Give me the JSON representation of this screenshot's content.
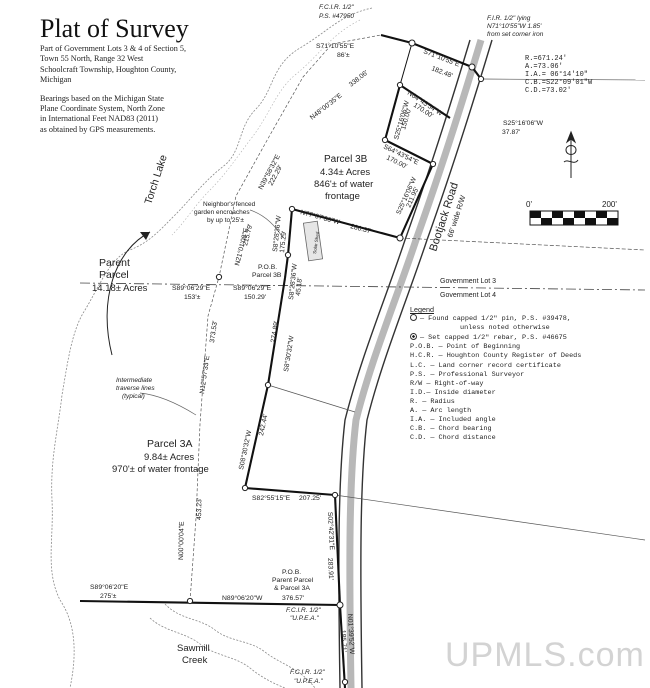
{
  "title": "Plat of Survey",
  "description_lines": [
    "Part of Government Lots 3 & 4 of Section 5,",
    "Town 55 North, Range 32 West",
    "Schoolcraft Township, Houghton County,",
    "Michigan"
  ],
  "basis_lines": [
    "Bearings based on the Michigan State",
    "Plane Coordinate System, North Zone",
    "in International Feet NAD83 (2011)",
    "as obtained by GPS measurements."
  ],
  "parcels": {
    "p3b": {
      "name": "Parcel 3B",
      "acres": "4.34± Acres",
      "water1": "846'± of water",
      "water2": "frontage"
    },
    "p3a": {
      "name": "Parcel 3A",
      "acres": "9.84± Acres",
      "water": "970'± of water frontage"
    },
    "parent": {
      "name1": "Parent",
      "name2": "Parcel",
      "acres": "14.18± Acres"
    }
  },
  "water_features": {
    "lake": "Torch Lake",
    "creek1": "Sawmill",
    "creek2": "Creek"
  },
  "road": {
    "name": "Bootjack Road",
    "row": "66' wide R/W"
  },
  "lot_lines": {
    "lot3": "Government Lot 3",
    "lot4": "Government Lot 4"
  },
  "notes": {
    "garden1": "Neighbor's fenced",
    "garden2": "garden encroaches",
    "garden3": "by up to 25'±",
    "traverse1": "Intermediate",
    "traverse2": "traverse lines",
    "traverse3": "(typical)",
    "fcir_top1": "F.C.I.R. 1/2\"",
    "fcir_top2": "P.S. #47950",
    "fir1": "F.I.R. 1/2\" lying",
    "fir2": "N71°10'55\"W 1.85'",
    "fir3": "from set corner iron",
    "fcir_upea1": "F.C.I.R. 1/2\"",
    "fcir_upea2": "\"U.P.E.A.\"",
    "fcir_bot1": "F.C.I.R. 1/2\"",
    "fcir_bot2": "\"U.P.E.A.\"",
    "shed": "Solar Shed"
  },
  "pob_3b": [
    "P.O.B.",
    "Parcel 3B"
  ],
  "pob_3a": [
    "P.O.B.",
    "Parent Parcel",
    "& Parcel 3A"
  ],
  "curve": [
    "R.=671.24'",
    "A.=73.06'",
    "I.A.= 06°14'10\"",
    "C.B.=S22°09'01\"W",
    "C.D.=73.02'"
  ],
  "bearings": {
    "b1": "S71°10'55\"E",
    "b1d": "86'±",
    "b2": "S71°10'55\"E",
    "b2d": "182.48'",
    "b3": "S25°16'06\"W",
    "b3d": "37.87'",
    "b4": "N48°00'35\"E",
    "b4d": "338.06'",
    "b5": "N64°43'54\"W",
    "b5d": "170.00'",
    "b6": "S25°16'06\"W",
    "b6d": "150.00'",
    "b7": "S64°43'54\"E",
    "b7d": "170.00'",
    "b8": "S25°16'06\"W",
    "b8d": "211.95'",
    "b9": "N39°58'32\"E",
    "b9d": "222.29'",
    "b10": "N21°01'08\"E",
    "b10d": "215.79'",
    "b11": "N77°07'36\"W",
    "b11d": "280.37'",
    "b12": "S8°28'36\"W",
    "b12d": "175.29'",
    "b13": "S8°28'36\"W",
    "b13d": "45.18'",
    "b14": "S89°06'29\"E",
    "b14d": "153'±",
    "b15": "S89°06'29\"E",
    "b15d": "150.29'",
    "b16": "N12°57'33\"E",
    "b16d": "373.53'",
    "b17": "S8°30'32\"W",
    "b17d": "274.89'",
    "b18": "S08°30'32\"W",
    "b18d": "242.44'",
    "b19": "S82°55'15\"E",
    "b19d": "207.25'",
    "b20": "S02°42'31\"E",
    "b20d": "283.91'",
    "b21": "N00°00'04\"E",
    "b21d": "453.23'",
    "b22": "S89°06'20\"E",
    "b22d": "275'±",
    "b23": "N89°06'20\"W",
    "b23d": "376.57'",
    "b24": "N01°39'52\"W",
    "b24d": "185.71'"
  },
  "scale": {
    "zero": "0'",
    "max": "200'"
  },
  "legend": {
    "header": "Legend",
    "found1": "— Found capped 1/2\" pin, P.S. #39478,",
    "found2": "unless noted otherwise",
    "set": "— Set capped 1/2\" rebar, P.S. #46675",
    "rows": [
      "P.O.B. — Point of Beginning",
      "H.C.R. — Houghton County Register of Deeds",
      "L.C. — Land corner record certificate",
      "P.S. — Professional Surveyor",
      "R/W — Right-of-way",
      "I.D.— Inside diameter",
      "R. — Radius",
      "A. — Arc length",
      "I.A. — Included angle",
      "C.B. — Chord bearing",
      "C.D. — Chord distance"
    ]
  },
  "watermark": "UPMLS.com"
}
